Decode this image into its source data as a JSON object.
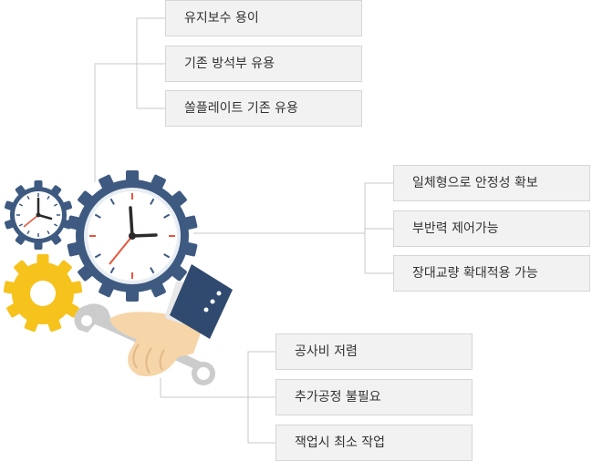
{
  "groups": [
    {
      "items": [
        "유지보수 용이",
        "기존 방석부 유용",
        "쏠플레이트 기존 유용"
      ]
    },
    {
      "items": [
        "일체형으로 안정성 확보",
        "부반력 제어가능",
        "장대교량 확대적용 가능"
      ]
    },
    {
      "items": [
        "공사비 저렴",
        "추가공정 불필요",
        "잭업시 최소 작업"
      ]
    }
  ],
  "illustration": {
    "icons": [
      "small-gear-clock-icon",
      "large-gear-clock-icon",
      "yellow-gear-icon",
      "hand-holding-wrench-icon"
    ],
    "colors": {
      "gear_navy": "#3e5a80",
      "gear_yellow": "#f6c21c",
      "clock_face": "#ffffff",
      "clock_red": "#e8553a",
      "wrench": "#cccccc",
      "sleeve": "#2f4a6e",
      "skin": "#f6d5a8",
      "connector_line": "#c8c8c8",
      "box_fill": "#f2f2f2",
      "box_border": "#d6d6d6"
    }
  }
}
